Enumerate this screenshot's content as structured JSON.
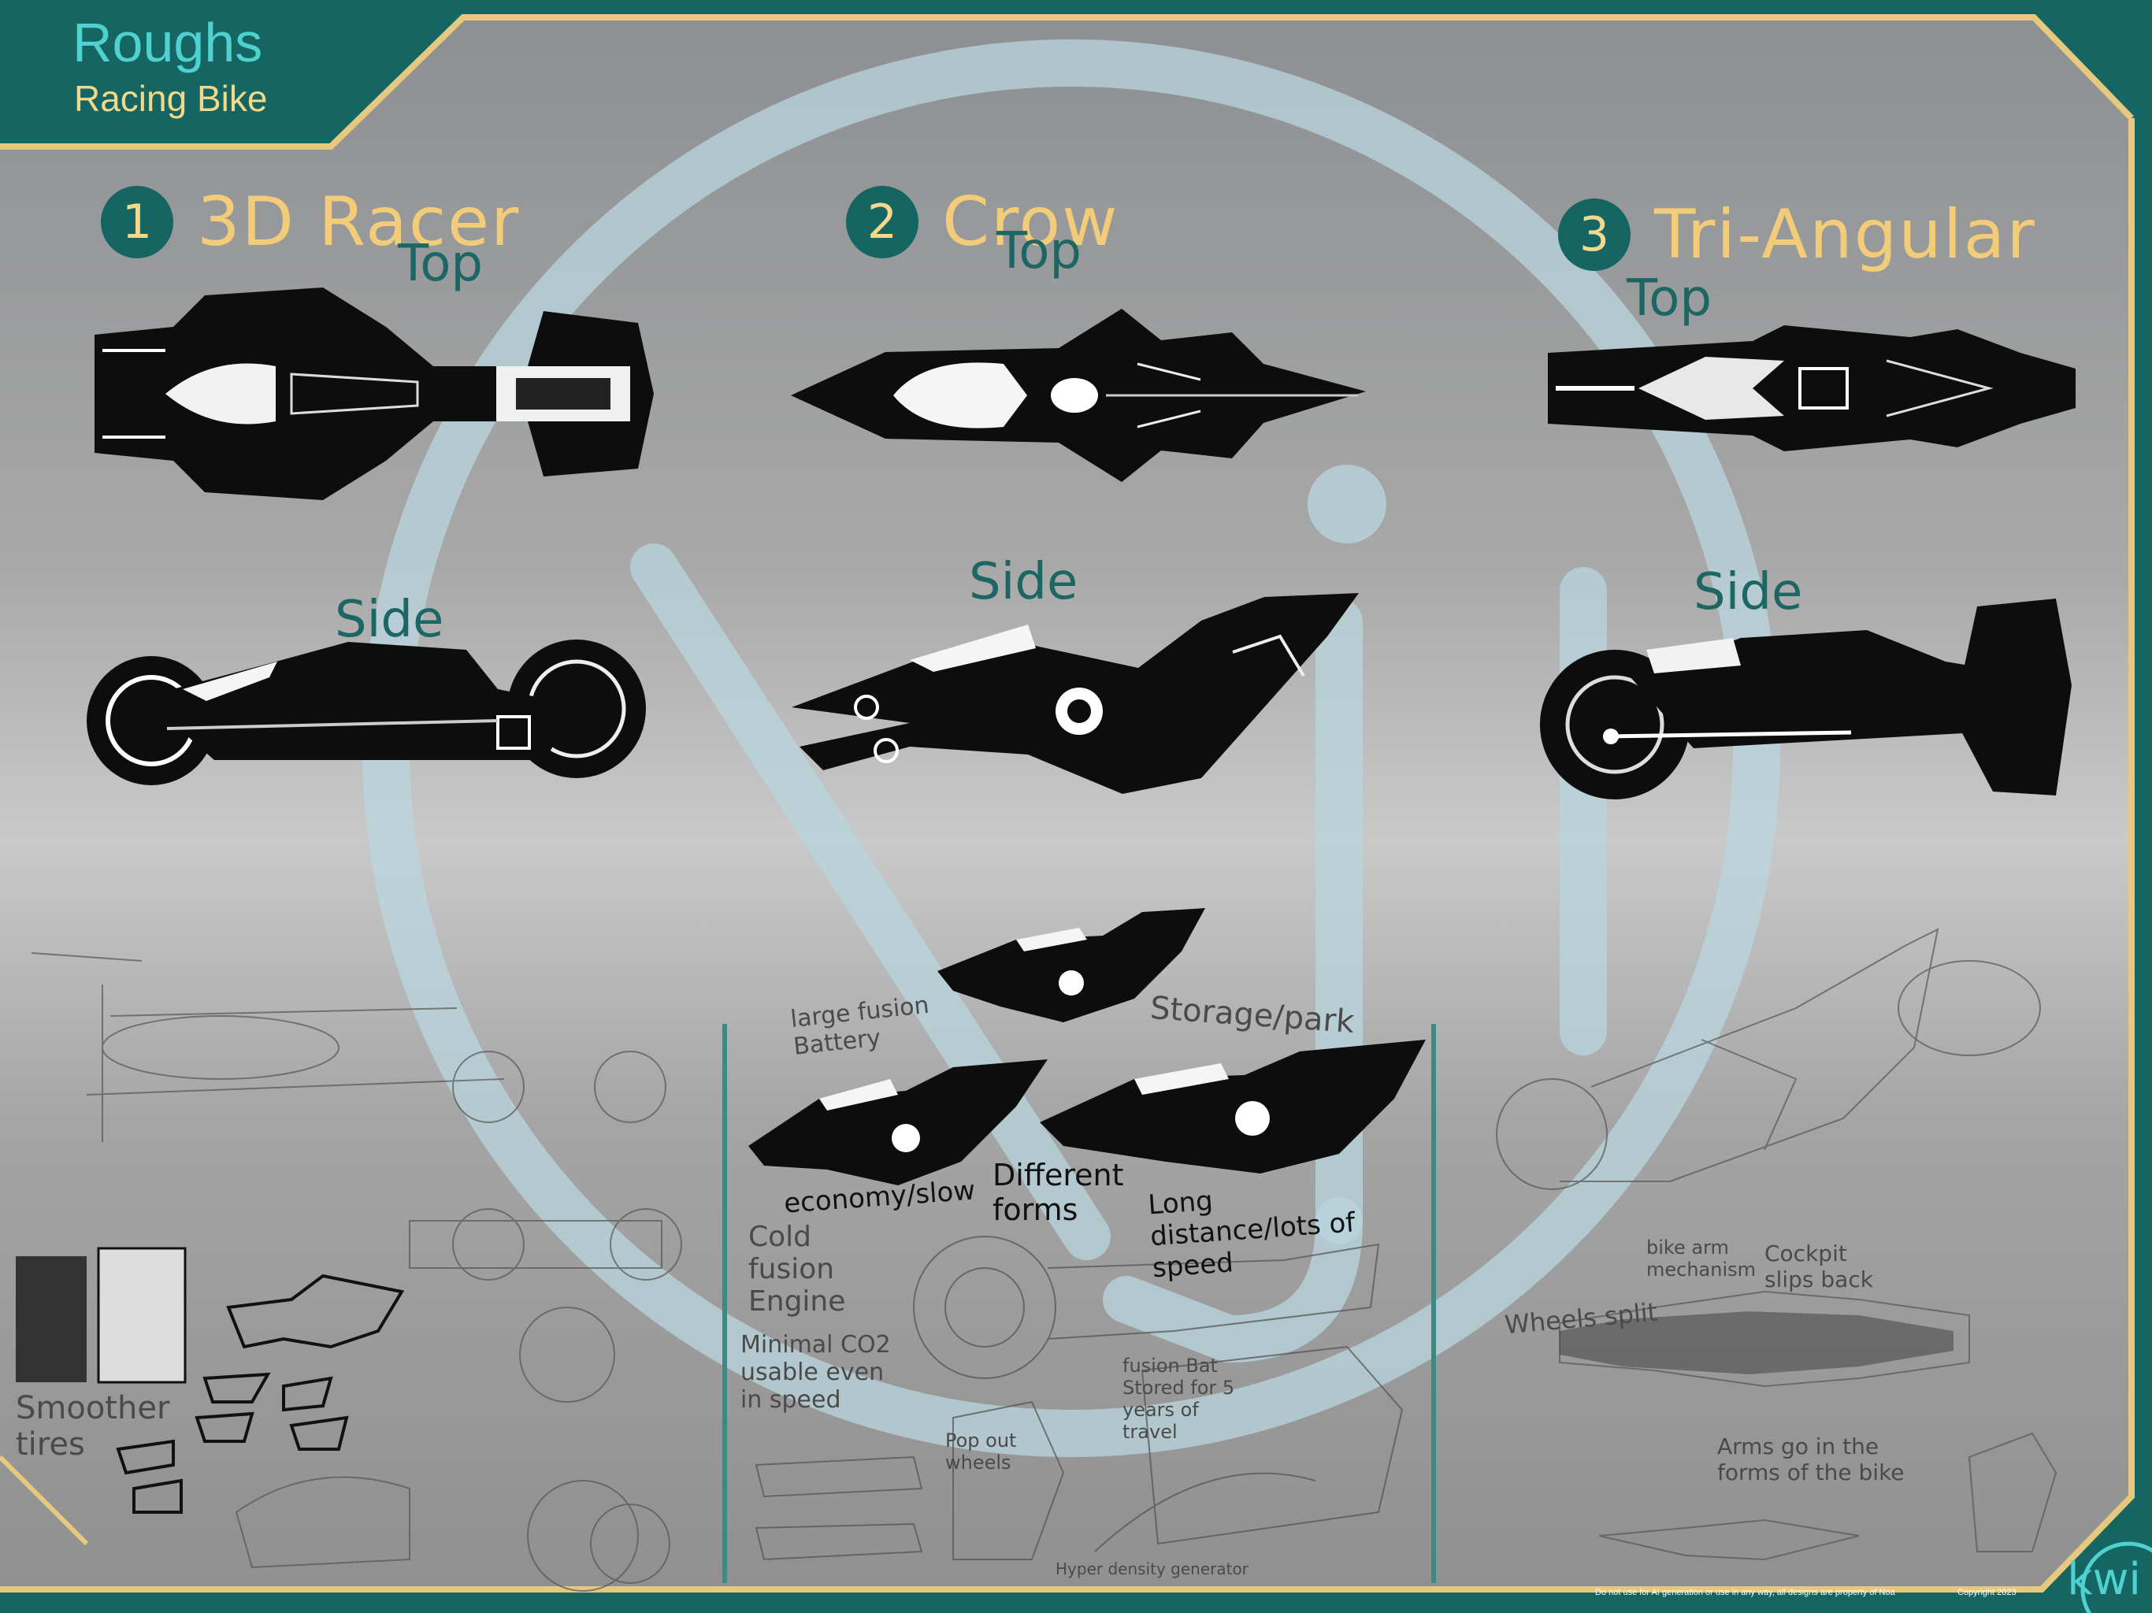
{
  "header": {
    "title": "Roughs",
    "subtitle": "Racing Bike"
  },
  "concepts": [
    {
      "number": "1",
      "name": "3D Racer",
      "top_label": "Top",
      "side_label": "Side"
    },
    {
      "number": "2",
      "name": "Crow",
      "top_label": "Top",
      "side_label": "Side"
    },
    {
      "number": "3",
      "name": "Tri-Angular",
      "top_label": "Top",
      "side_label": "Side"
    }
  ],
  "notes": {
    "large_fusion_battery": "large fusion Battery",
    "storage_park": "Storage/park",
    "economy_slow": "economy/slow",
    "different_forms": "Different forms",
    "long_distance": "Long distance/lots of speed",
    "cold_fusion_engine": "Cold fusion Engine",
    "minimal_co2": "Minimal CO2 usable even in speed",
    "pop_out_wheels": "Pop out wheels",
    "fusion_bat_stored": "fusion Bat Stored for 5 years of travel",
    "hyper_density_generator": "Hyper density generator",
    "smoother_tires": "Smoother tires",
    "wheels_split": "Wheels split",
    "bike_arm_mechanism": "bike arm mechanism",
    "cockpit_slips_back": "Cockpit slips back",
    "arms_go_in_forms": "Arms go in the forms of the bike"
  },
  "footer": {
    "disclaimer": "Do not use for AI generation or use in any way, all designs are property of Noa",
    "copyright": "Copyright 2023"
  },
  "logo": {
    "text": "kwi"
  },
  "colors": {
    "frame_teal": "#156563",
    "frame_gold": "#e6c97e",
    "title_teal": "#4fd1cf",
    "subtitle_gold": "#f2d889",
    "watermark": "#b9d6df"
  }
}
